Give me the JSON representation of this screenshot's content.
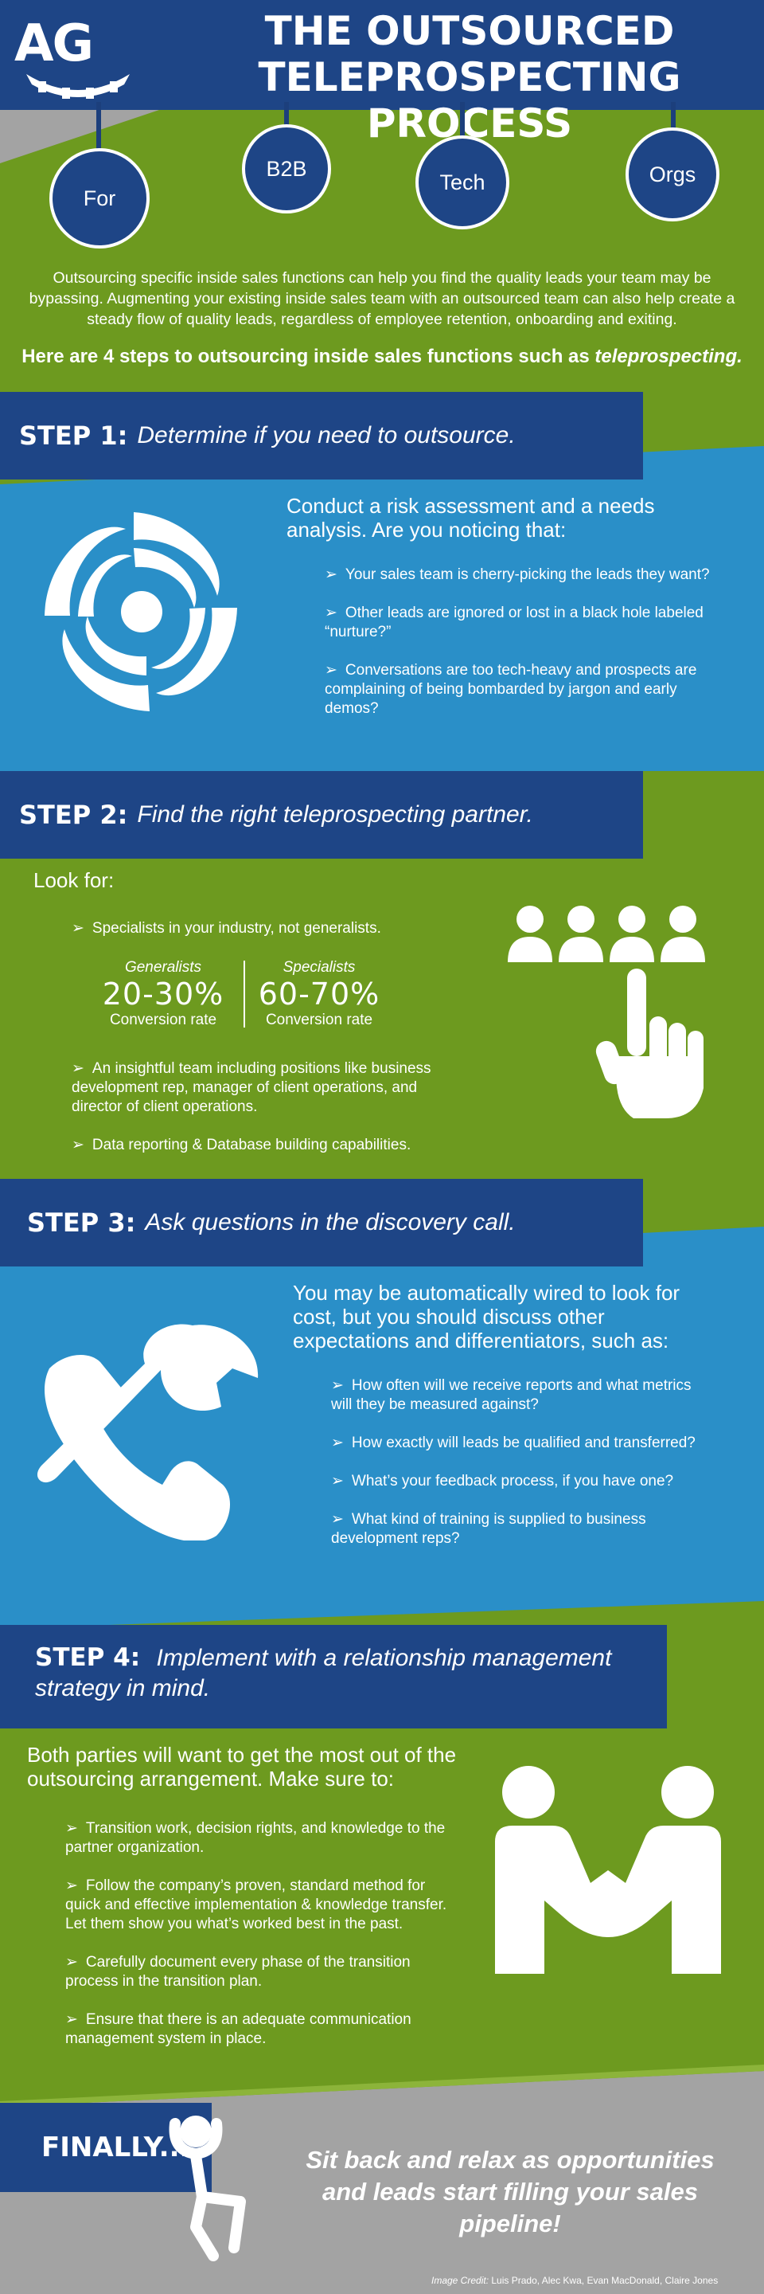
{
  "header": {
    "logo": "AG",
    "title_line1": "THE OUTSOURCED",
    "title_line2": "TELEPROSPECTING PROCESS",
    "tags": [
      "For",
      "B2B",
      "Tech",
      "Orgs"
    ]
  },
  "intro": {
    "paragraph": "Outsourcing specific inside sales functions can help you find the quality leads your team may be bypassing. Augmenting your existing inside sales team with an outsourced team can also help create a steady flow of quality leads, regardless of employee retention, onboarding and exiting.",
    "steps_lead": "Here are 4 steps to outsourcing inside sales functions such as ",
    "steps_em": "teleprospecting."
  },
  "step1": {
    "label": "STEP 1:",
    "heading": "Determine if you need to outsource.",
    "lead": "Conduct a risk assessment and a needs analysis.  Are you noticing that:",
    "bullets": [
      "Your sales team is cherry-picking the leads they want?",
      "Other leads are ignored or lost in a black hole labeled “nurture?”",
      "Conversations are too tech-heavy and prospects are complaining of being bombarded by jargon and early demos?"
    ]
  },
  "step2": {
    "label": "STEP 2:",
    "heading": "Find the right teleprospecting partner.",
    "lead": "Look for:",
    "bullet1": "Specialists in your industry, not generalists.",
    "stats": [
      {
        "caption": "Generalists",
        "value": "20-30%",
        "sub": "Conversion rate"
      },
      {
        "caption": "Specialists",
        "value": "60-70%",
        "sub": "Conversion rate"
      }
    ],
    "bullet2": "An insightful team including positions like business development rep, manager of client operations, and director of client operations.",
    "bullet3": "Data reporting & Database building capabilities."
  },
  "step3": {
    "label": "STEP 3:",
    "heading": "Ask questions in the discovery call.",
    "lead": "You may be automatically wired to look for cost, but you should discuss other expectations and differentiators, such as:",
    "bullets": [
      "How often will we receive reports and what metrics will they be measured against?",
      "How exactly will leads be qualified and transferred?",
      "What’s your feedback process, if you have one?",
      "What kind of training is  supplied to business development reps?"
    ]
  },
  "step4": {
    "label": "STEP 4:",
    "heading": "Implement with a relationship management strategy in mind.",
    "lead": "Both parties will want to get the most out of the outsourcing arrangement. Make sure to:",
    "bullets": [
      "Transition work, decision rights, and knowledge to the partner organization.",
      "Follow the company’s proven, standard method for quick and effective implementation & knowledge transfer.  Let them show you what’s worked best in the past.",
      "Carefully document every phase of the transition process in the transition plan.",
      "Ensure that there is an adequate communication management system in place."
    ]
  },
  "finally": {
    "label": "FINALLY...",
    "text": "Sit back and relax as opportunities and leads start filling your sales pipeline!",
    "credit_label": "Image Credit:",
    "credit_names": "Luis Prado, Alec Kwa, Evan MacDonald, Claire Jones"
  },
  "colors": {
    "navy": "#1e4586",
    "green": "#6d9a1f",
    "blue": "#2a8fc8",
    "gray": "#a3a3a3",
    "white": "#ffffff"
  },
  "icons": [
    "logo-gear-icon",
    "swirl-icon",
    "people-group-icon",
    "pointing-hand-icon",
    "phone-wrench-icon",
    "handshake-people-icon",
    "relaxing-person-icon"
  ]
}
